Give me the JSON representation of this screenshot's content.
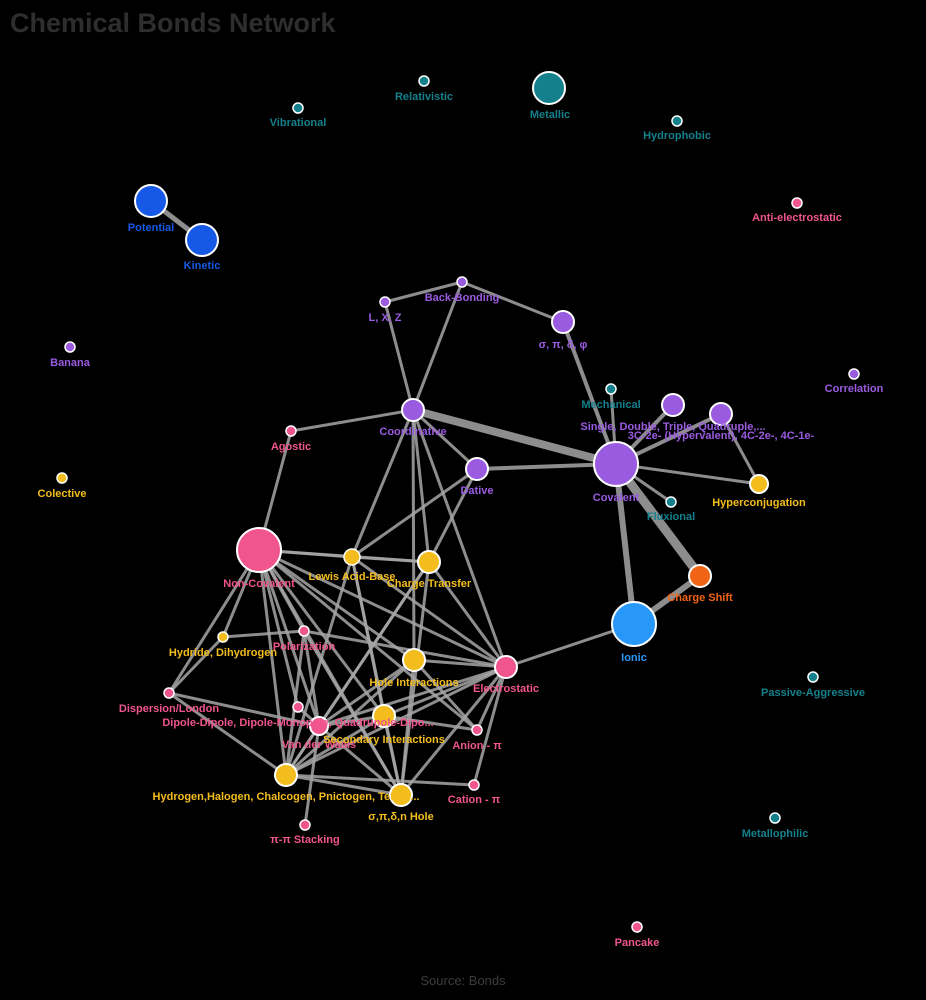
{
  "title": "Chemical Bonds Network",
  "source": "Source: Bonds",
  "colors": {
    "purple": "#9a5be0",
    "pink": "#f0558e",
    "yellow": "#f2bd1d",
    "teal": "#13808c",
    "blue": "#1659e6",
    "lightblue": "#2898f8",
    "orange": "#f26415",
    "edge": "#a6a6a6"
  },
  "nodes": [
    {
      "id": "metallic",
      "label": "Metallic",
      "group": "teal"
    },
    {
      "id": "relativistic",
      "label": "Relativistic",
      "group": "teal"
    },
    {
      "id": "vibrational",
      "label": "Vibrational",
      "group": "teal"
    },
    {
      "id": "hydrophobic",
      "label": "Hydrophobic",
      "group": "teal"
    },
    {
      "id": "antielectrostatic",
      "label": "Anti-electrostatic",
      "group": "pink"
    },
    {
      "id": "potential",
      "label": "Potential",
      "group": "blue"
    },
    {
      "id": "kinetic",
      "label": "Kinetic",
      "group": "blue"
    },
    {
      "id": "backbonding",
      "label": "Back-Bonding",
      "group": "purple"
    },
    {
      "id": "lxz",
      "label": "L, X, Z",
      "group": "purple"
    },
    {
      "id": "sigmapi",
      "label": "σ, π, δ, φ",
      "group": "purple"
    },
    {
      "id": "banana",
      "label": "Banana",
      "group": "purple"
    },
    {
      "id": "correlation",
      "label": "Correlation",
      "group": "purple"
    },
    {
      "id": "mechanical",
      "label": "Mechanical",
      "group": "teal"
    },
    {
      "id": "single",
      "label": "Single, Double, Triple, Quadruple,...",
      "group": "purple"
    },
    {
      "id": "threec",
      "label": "3C-2e- (Hypervalent), 4C-2e-, 4C-1e-",
      "group": "purple"
    },
    {
      "id": "coordinative",
      "label": "Coordinative",
      "group": "purple"
    },
    {
      "id": "agostic",
      "label": "Agostic",
      "group": "pink"
    },
    {
      "id": "dative",
      "label": "Dative",
      "group": "purple"
    },
    {
      "id": "covalent",
      "label": "Covalent",
      "group": "purple"
    },
    {
      "id": "colective",
      "label": "Colective",
      "group": "yellow"
    },
    {
      "id": "hyperconj",
      "label": "Hyperconjugation",
      "group": "yellow"
    },
    {
      "id": "fluxional",
      "label": "Fluxional",
      "group": "teal"
    },
    {
      "id": "noncovalent",
      "label": "Non-Covalent",
      "group": "pink"
    },
    {
      "id": "lewis",
      "label": "Lewis Acid-Base",
      "group": "yellow"
    },
    {
      "id": "chargetransfer",
      "label": "Charge Transfer",
      "group": "yellow"
    },
    {
      "id": "chargeshift",
      "label": "Charge Shift",
      "group": "orange"
    },
    {
      "id": "ionic",
      "label": "Ionic",
      "group": "lightblue"
    },
    {
      "id": "hydride",
      "label": "Hydride, Dihydrogen",
      "group": "yellow"
    },
    {
      "id": "polarization",
      "label": "Polarization",
      "group": "pink"
    },
    {
      "id": "holeint",
      "label": "Hole Interactions",
      "group": "yellow"
    },
    {
      "id": "electrostatic",
      "label": "Electrostatic",
      "group": "pink"
    },
    {
      "id": "passive",
      "label": "Passive-Aggressive",
      "group": "teal"
    },
    {
      "id": "dispersion",
      "label": "Dispersion/London",
      "group": "pink"
    },
    {
      "id": "dipole",
      "label": "Dipole-Dipole, Dipole-Monopole, Quadrupole-Dipo...",
      "group": "pink"
    },
    {
      "id": "vdw",
      "label": "Van der Waals",
      "group": "pink"
    },
    {
      "id": "secondary",
      "label": "Secondary Interactions",
      "group": "yellow"
    },
    {
      "id": "anionpi",
      "label": "Anion - π",
      "group": "pink"
    },
    {
      "id": "hydrogen",
      "label": "Hydrogen,Halogen, Chalcogen, Pnictogen, Tetrel,...",
      "group": "yellow"
    },
    {
      "id": "sigmahole",
      "label": "σ,π,δ,n Hole",
      "group": "yellow"
    },
    {
      "id": "cationpi",
      "label": "Cation - π",
      "group": "pink"
    },
    {
      "id": "pipi",
      "label": "π-π Stacking",
      "group": "pink"
    },
    {
      "id": "metallophilic",
      "label": "Metallophilic",
      "group": "teal"
    },
    {
      "id": "pancake",
      "label": "Pancake",
      "group": "pink"
    }
  ],
  "edges": [
    [
      "potential",
      "kinetic",
      5
    ],
    [
      "lxz",
      "backbonding",
      3
    ],
    [
      "backbonding",
      "sigmapi",
      3
    ],
    [
      "lxz",
      "coordinative",
      3
    ],
    [
      "backbonding",
      "coordinative",
      3
    ],
    [
      "sigmapi",
      "covalent",
      4
    ],
    [
      "coordinative",
      "covalent",
      8
    ],
    [
      "coordinative",
      "dative",
      3
    ],
    [
      "dative",
      "covalent",
      4
    ],
    [
      "coordinative",
      "agostic",
      3
    ],
    [
      "mechanical",
      "covalent",
      3
    ],
    [
      "single",
      "covalent",
      4
    ],
    [
      "threec",
      "covalent",
      4
    ],
    [
      "threec",
      "hyperconj",
      3
    ],
    [
      "covalent",
      "hyperconj",
      3
    ],
    [
      "covalent",
      "fluxional",
      3
    ],
    [
      "covalent",
      "chargeshift",
      9
    ],
    [
      "covalent",
      "ionic",
      6
    ],
    [
      "chargeshift",
      "ionic",
      6
    ],
    [
      "ionic",
      "electrostatic",
      3
    ],
    [
      "agostic",
      "noncovalent",
      3
    ],
    [
      "coordinative",
      "lewis",
      3
    ],
    [
      "coordinative",
      "chargetransfer",
      3
    ],
    [
      "coordinative",
      "holeint",
      3
    ],
    [
      "coordinative",
      "electrostatic",
      3
    ],
    [
      "dative",
      "lewis",
      3
    ],
    [
      "dative",
      "chargetransfer",
      3
    ],
    [
      "noncovalent",
      "lewis",
      3
    ],
    [
      "noncovalent",
      "chargetransfer",
      3
    ],
    [
      "lewis",
      "chargetransfer",
      3
    ],
    [
      "noncovalent",
      "polarization",
      3
    ],
    [
      "noncovalent",
      "holeint",
      3
    ],
    [
      "noncovalent",
      "electrostatic",
      3
    ],
    [
      "noncovalent",
      "hydride",
      3
    ],
    [
      "noncovalent",
      "dispersion",
      3
    ],
    [
      "noncovalent",
      "vdw",
      3
    ],
    [
      "noncovalent",
      "dipole",
      3
    ],
    [
      "noncovalent",
      "secondary",
      3
    ],
    [
      "noncovalent",
      "hydrogen",
      3
    ],
    [
      "noncovalent",
      "sigmahole",
      3
    ],
    [
      "noncovalent",
      "anionpi",
      3
    ],
    [
      "hydride",
      "polarization",
      3
    ],
    [
      "polarization",
      "electrostatic",
      3
    ],
    [
      "polarization",
      "vdw",
      3
    ],
    [
      "polarization",
      "hydrogen",
      3
    ],
    [
      "polarization",
      "sigmahole",
      3
    ],
    [
      "lewis",
      "hydrogen",
      3
    ],
    [
      "lewis",
      "sigmahole",
      3
    ],
    [
      "lewis",
      "electrostatic",
      3
    ],
    [
      "lewis",
      "secondary",
      3
    ],
    [
      "chargetransfer",
      "hydrogen",
      3
    ],
    [
      "chargetransfer",
      "sigmahole",
      3
    ],
    [
      "chargetransfer",
      "electrostatic",
      3
    ],
    [
      "chargetransfer",
      "vdw",
      3
    ],
    [
      "holeint",
      "electrostatic",
      3
    ],
    [
      "holeint",
      "hydrogen",
      3
    ],
    [
      "holeint",
      "sigmahole",
      3
    ],
    [
      "holeint",
      "vdw",
      3
    ],
    [
      "electrostatic",
      "anionpi",
      3
    ],
    [
      "electrostatic",
      "cationpi",
      3
    ],
    [
      "electrostatic",
      "hydrogen",
      3
    ],
    [
      "electrostatic",
      "sigmahole",
      3
    ],
    [
      "electrostatic",
      "secondary",
      3
    ],
    [
      "electrostatic",
      "vdw",
      3
    ],
    [
      "hydride",
      "dispersion",
      3
    ],
    [
      "dispersion",
      "vdw",
      3
    ],
    [
      "dispersion",
      "hydrogen",
      3
    ],
    [
      "dipole",
      "vdw",
      3
    ],
    [
      "vdw",
      "secondary",
      3
    ],
    [
      "vdw",
      "hydrogen",
      3
    ],
    [
      "vdw",
      "sigmahole",
      3
    ],
    [
      "vdw",
      "pipi",
      3
    ],
    [
      "hydrogen",
      "sigmahole",
      3
    ],
    [
      "hydrogen",
      "secondary",
      3
    ],
    [
      "secondary",
      "sigmahole",
      3
    ],
    [
      "secondary",
      "anionpi",
      3
    ],
    [
      "hydrogen",
      "cationpi",
      3
    ],
    [
      "holeint",
      "anionpi",
      3
    ]
  ]
}
